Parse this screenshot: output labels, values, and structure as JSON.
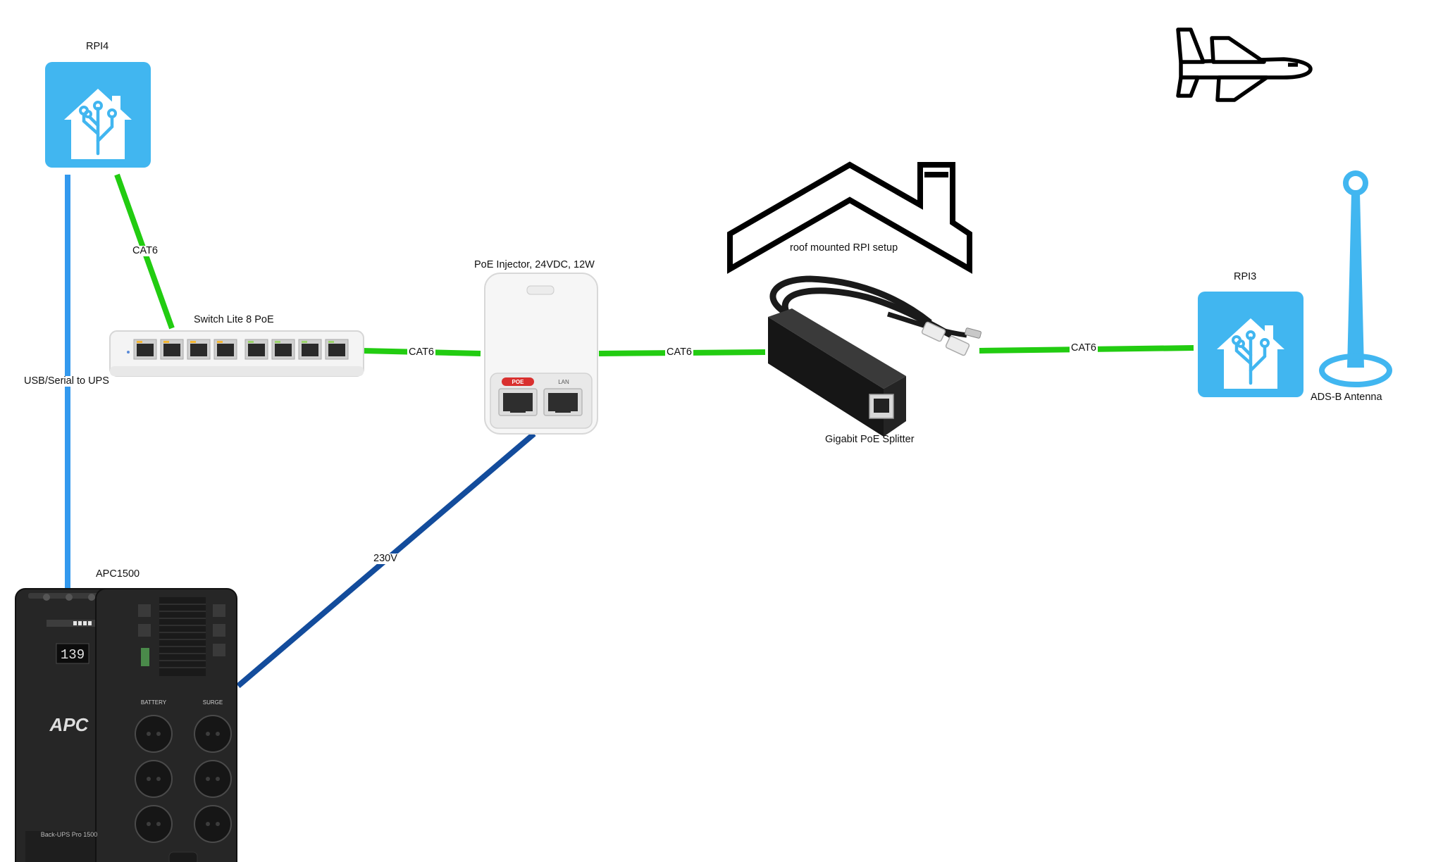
{
  "nodes": {
    "rpi4": {
      "label": "RPI4",
      "icon": "home-assistant-icon"
    },
    "switch": {
      "label": "Switch Lite 8 PoE",
      "icon": "network-switch-icon"
    },
    "injector": {
      "label": "PoE Injector, 24VDC, 12W",
      "icon": "poe-injector-icon",
      "port_poe": "POE",
      "port_lan": "LAN"
    },
    "roof": {
      "label": "roof mounted RPI setup",
      "icon": "house-roof-icon"
    },
    "splitter": {
      "label": "Gigabit PoE Splitter",
      "icon": "poe-splitter-icon"
    },
    "rpi3": {
      "label": "RPI3",
      "icon": "home-assistant-icon"
    },
    "antenna": {
      "label": "ADS-B Antenna",
      "icon": "antenna-icon"
    },
    "airplane": {
      "icon": "airplane-icon"
    },
    "ups": {
      "label": "APC1500",
      "icon": "ups-icon",
      "brand": "APC",
      "display": "139",
      "model": "Back-UPS Pro 1500",
      "outlet_battery": "BATTERY",
      "outlet_surge": "SURGE"
    }
  },
  "edges": {
    "rpi4_switch": {
      "label": "CAT6"
    },
    "rpi4_ups": {
      "label": "USB/Serial to UPS"
    },
    "switch_injector": {
      "label": "CAT6"
    },
    "injector_splitter": {
      "label": "CAT6"
    },
    "splitter_rpi3": {
      "label": "CAT6"
    },
    "injector_ups": {
      "label": "230V"
    }
  },
  "colors": {
    "cat6": "#22cc11",
    "usb": "#3399ee",
    "power": "#134c9c",
    "home_assistant": "#41b6f0",
    "antenna": "#41b6f0",
    "ups_body": "#262626"
  }
}
